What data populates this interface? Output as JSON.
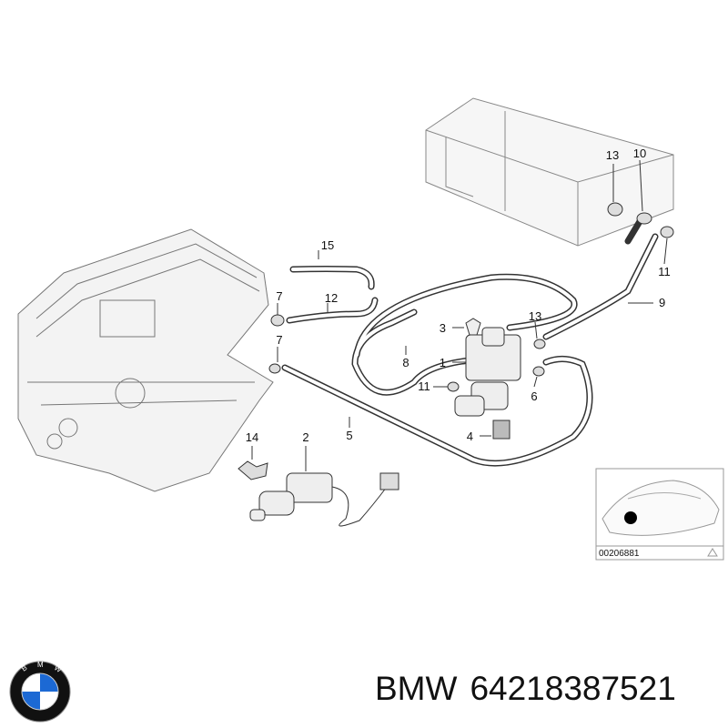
{
  "callouts": [
    "1",
    "2",
    "3",
    "4",
    "5",
    "6",
    "7",
    "8",
    "9",
    "10",
    "11",
    "12",
    "13",
    "14",
    "15"
  ],
  "inset": {
    "ref_code": "00206881"
  },
  "caption": {
    "brand": "BMW",
    "part_number": "64218387521"
  },
  "logo": {
    "text": "BMW",
    "colors": {
      "blue": "#1c69d4",
      "white": "#ffffff",
      "black": "#111111"
    }
  }
}
